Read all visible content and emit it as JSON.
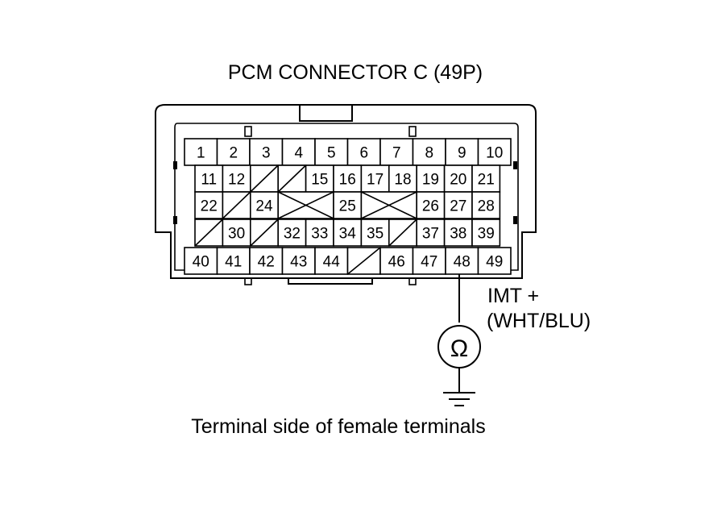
{
  "diagram": {
    "title": "PCM CONNECTOR C (49P)",
    "caption": "Terminal side of female terminals",
    "probe_label_1": "IMT +",
    "probe_label_2": "(WHT/BLU)",
    "meter_symbol": "Ω",
    "connector": {
      "pins": 49,
      "rows": [
        {
          "cells": [
            {
              "label": "1"
            },
            {
              "label": "2"
            },
            {
              "label": "3"
            },
            {
              "label": "4"
            },
            {
              "label": "5"
            },
            {
              "label": "6"
            },
            {
              "label": "7"
            },
            {
              "label": "8"
            },
            {
              "label": "9"
            },
            {
              "label": "10"
            }
          ]
        },
        {
          "cells": [
            {
              "label": "11"
            },
            {
              "label": "12"
            },
            {
              "empty": true,
              "span": 1
            },
            {
              "empty": true,
              "span": 1
            },
            {
              "label": "15"
            },
            {
              "label": "16"
            },
            {
              "label": "17"
            },
            {
              "label": "18"
            },
            {
              "label": "19"
            },
            {
              "label": "20"
            },
            {
              "label": "21"
            }
          ]
        },
        {
          "cells": [
            {
              "label": "22"
            },
            {
              "empty": true,
              "span": 1
            },
            {
              "label": "24"
            },
            {
              "empty": true,
              "span": 2,
              "cross": true
            },
            {
              "label": "25"
            },
            {
              "empty": true,
              "span": 2,
              "cross": true
            },
            {
              "label": "26"
            },
            {
              "label": "27"
            },
            {
              "label": "28"
            }
          ]
        },
        {
          "cells": [
            {
              "empty": true,
              "span": 1
            },
            {
              "label": "30"
            },
            {
              "empty": true,
              "span": 1
            },
            {
              "label": "32"
            },
            {
              "label": "33"
            },
            {
              "label": "34"
            },
            {
              "label": "35"
            },
            {
              "empty": true,
              "span": 1
            },
            {
              "label": "37"
            },
            {
              "label": "38"
            },
            {
              "label": "39"
            }
          ]
        },
        {
          "cells": [
            {
              "label": "40"
            },
            {
              "label": "41"
            },
            {
              "label": "42"
            },
            {
              "label": "43"
            },
            {
              "label": "44"
            },
            {
              "empty": true,
              "span": 1
            },
            {
              "label": "46"
            },
            {
              "label": "47"
            },
            {
              "label": "48"
            },
            {
              "label": "49"
            }
          ]
        }
      ],
      "probe_pin": "48"
    }
  }
}
